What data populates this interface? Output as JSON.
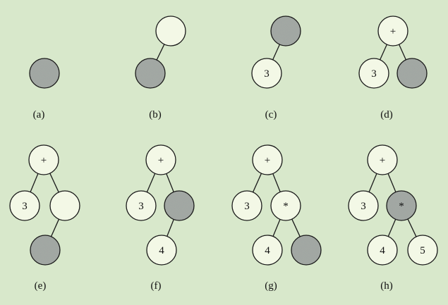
{
  "panels": [
    {
      "label": "(a)",
      "nodes": [
        {
          "text": "",
          "shaded": true
        }
      ],
      "edges": []
    },
    {
      "label": "(b)",
      "nodes": [
        {
          "text": "",
          "shaded": false
        },
        {
          "text": "",
          "shaded": true
        }
      ],
      "edges": [
        [
          0,
          1
        ]
      ]
    },
    {
      "label": "(c)",
      "nodes": [
        {
          "text": "",
          "shaded": true
        },
        {
          "text": "3",
          "shaded": false
        }
      ],
      "edges": [
        [
          0,
          1
        ]
      ]
    },
    {
      "label": "(d)",
      "nodes": [
        {
          "text": "+",
          "shaded": false
        },
        {
          "text": "3",
          "shaded": false
        },
        {
          "text": "",
          "shaded": true
        }
      ],
      "edges": [
        [
          0,
          1
        ],
        [
          0,
          2
        ]
      ]
    },
    {
      "label": "(e)",
      "nodes": [
        {
          "text": "+",
          "shaded": false
        },
        {
          "text": "3",
          "shaded": false
        },
        {
          "text": "",
          "shaded": false
        },
        {
          "text": "",
          "shaded": true
        }
      ],
      "edges": [
        [
          0,
          1
        ],
        [
          0,
          2
        ],
        [
          2,
          3
        ]
      ]
    },
    {
      "label": "(f)",
      "nodes": [
        {
          "text": "+",
          "shaded": false
        },
        {
          "text": "3",
          "shaded": false
        },
        {
          "text": "",
          "shaded": true
        },
        {
          "text": "4",
          "shaded": false
        }
      ],
      "edges": [
        [
          0,
          1
        ],
        [
          0,
          2
        ],
        [
          2,
          3
        ]
      ]
    },
    {
      "label": "(g)",
      "nodes": [
        {
          "text": "+",
          "shaded": false
        },
        {
          "text": "3",
          "shaded": false
        },
        {
          "text": "*",
          "shaded": false
        },
        {
          "text": "4",
          "shaded": false
        },
        {
          "text": "",
          "shaded": true
        }
      ],
      "edges": [
        [
          0,
          1
        ],
        [
          0,
          2
        ],
        [
          2,
          3
        ],
        [
          2,
          4
        ]
      ]
    },
    {
      "label": "(h)",
      "nodes": [
        {
          "text": "+",
          "shaded": false
        },
        {
          "text": "3",
          "shaded": false
        },
        {
          "text": "*",
          "shaded": true
        },
        {
          "text": "4",
          "shaded": false
        },
        {
          "text": "5",
          "shaded": false
        }
      ],
      "edges": [
        [
          0,
          1
        ],
        [
          0,
          2
        ],
        [
          2,
          3
        ],
        [
          2,
          4
        ]
      ]
    }
  ]
}
